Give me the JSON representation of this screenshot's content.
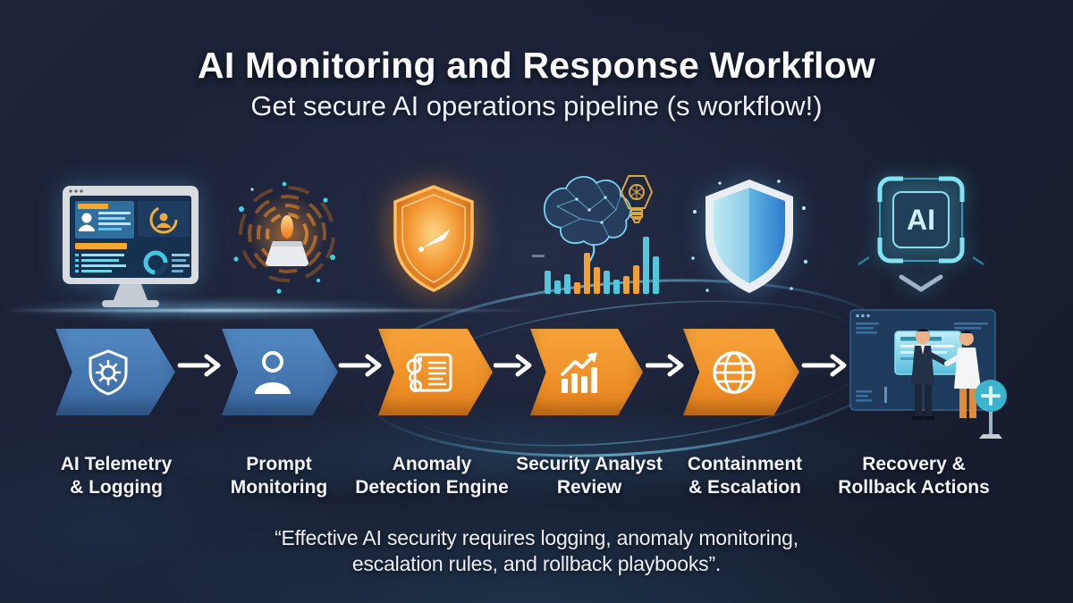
{
  "header": {
    "title": "AI Monitoring and Response Workflow",
    "subtitle": "Get secure AI operations pipeline (s workflow!)"
  },
  "top_icons": [
    {
      "name": "dashboard-monitor-illustration"
    },
    {
      "name": "alert-beacon-illustration"
    },
    {
      "name": "glowing-shield-illustration"
    },
    {
      "name": "ai-brain-analytics-illustration"
    },
    {
      "name": "shield-protection-illustration"
    },
    {
      "name": "ai-chip-illustration"
    }
  ],
  "ai_chip": {
    "label": "AI"
  },
  "pipeline": {
    "steps": [
      {
        "label": "AI Telemetry\n& Logging",
        "icon": "shield-sun-icon",
        "color": "#4a7fb5"
      },
      {
        "label": "Prompt\nMonitoring",
        "icon": "person-icon",
        "color": "#4a7fb5"
      },
      {
        "label": "Anomaly\nDetection Engine",
        "icon": "anomaly-report-icon",
        "color": "#f0922d"
      },
      {
        "label": "Security Analyst\nReview",
        "icon": "growth-chart-icon",
        "color": "#f0922d"
      },
      {
        "label": "Containment\n& Escalation",
        "icon": "globe-icon",
        "color": "#f0922d"
      },
      {
        "label": "Recovery &\nRollback Actions",
        "icon": "analyst-collaboration-illustration",
        "color": null
      }
    ]
  },
  "quote": "“Effective AI security requires logging, anomaly monitoring,\nescalation rules, and rollback playbooks”.",
  "colors": {
    "background": "#1a2034",
    "chevron_blue": "#4a7fb5",
    "chevron_orange": "#f0922d",
    "accent_teal": "#3fd3e0",
    "text": "#f3f6fb"
  }
}
